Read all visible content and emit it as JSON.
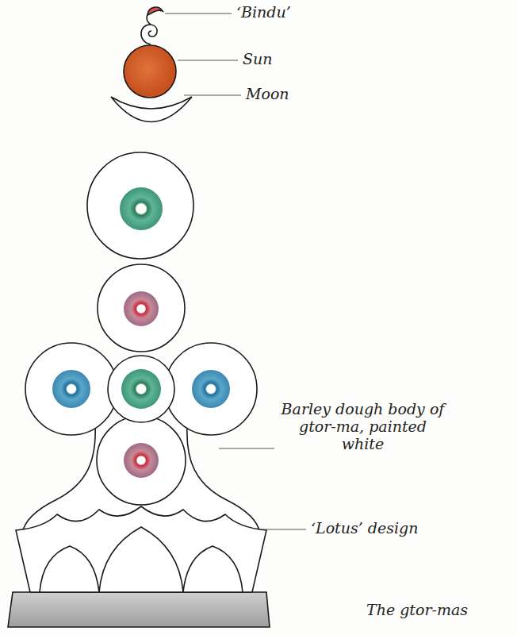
{
  "diagram": {
    "caption": "The gtor-mas",
    "labels": [
      "‘Bindu’",
      "Sun",
      "Moon",
      "Barley dough body of gtor-ma, painted white",
      "‘Lotus’ design"
    ]
  }
}
